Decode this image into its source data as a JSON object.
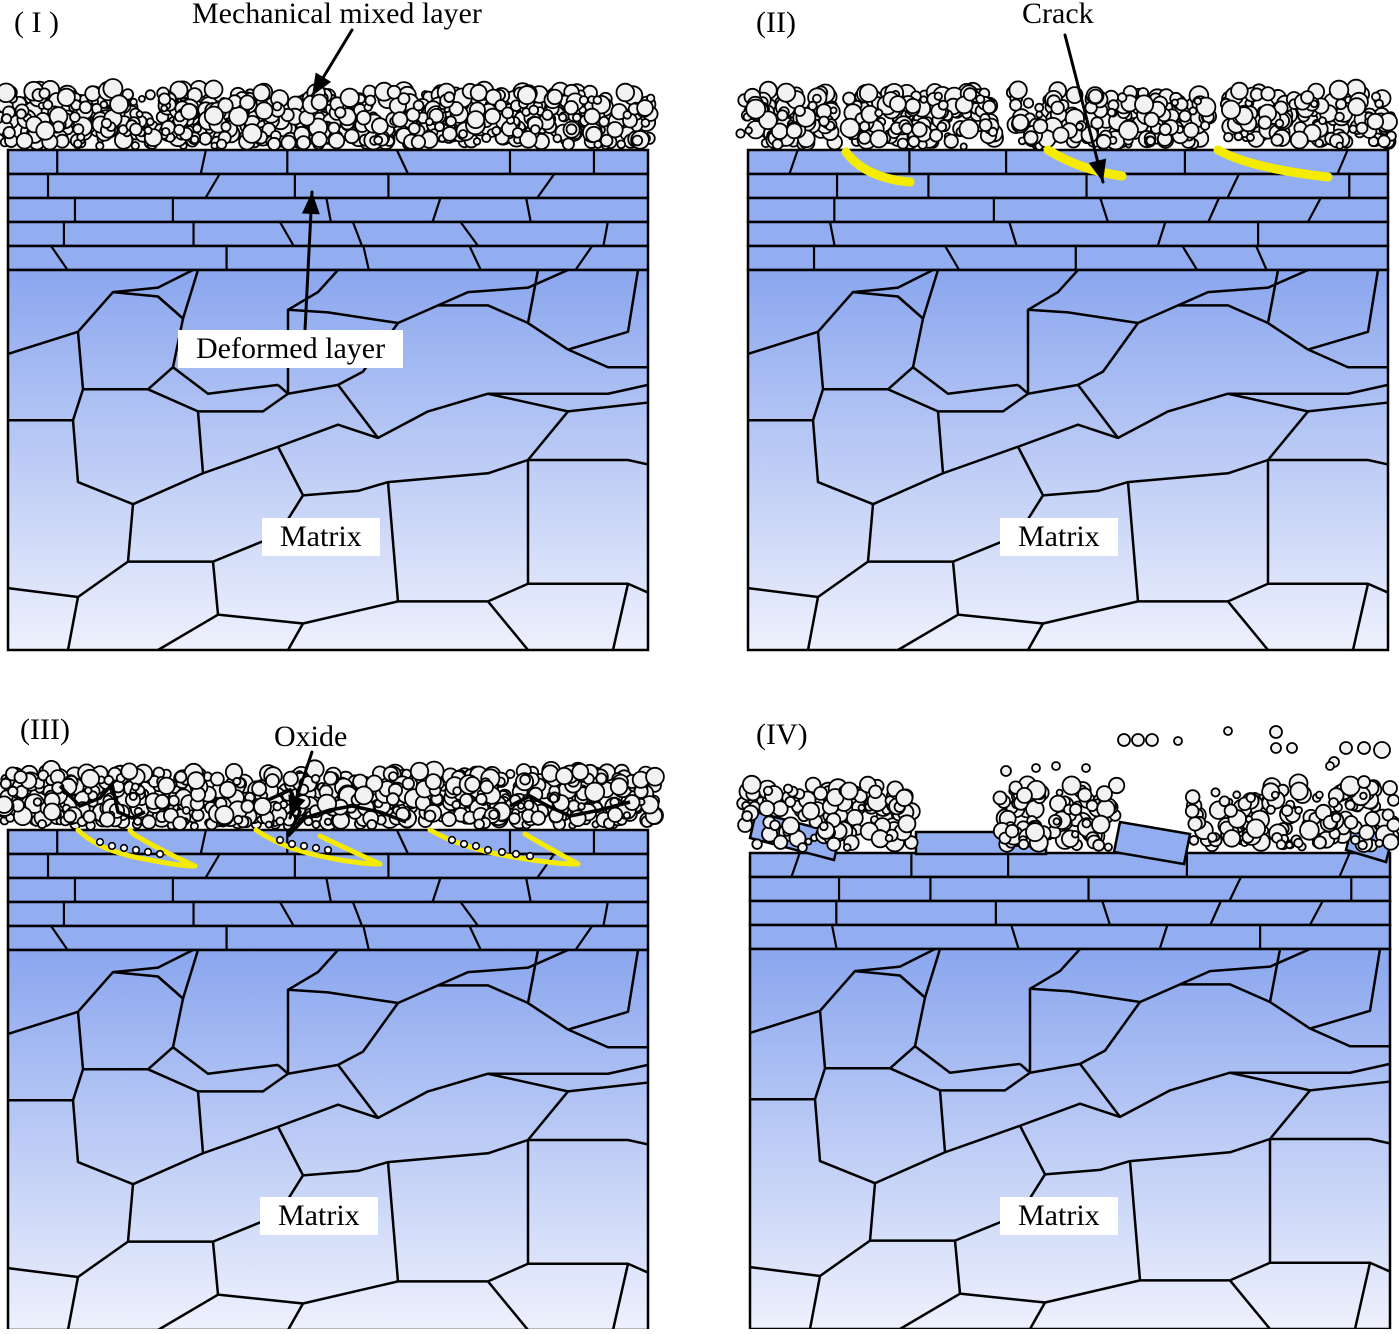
{
  "panels": [
    {
      "label": "( I )",
      "annotation": "Mechanical mixed layer",
      "deformed_label": "Deformed layer",
      "matrix_label": "Matrix"
    },
    {
      "label": "(II)",
      "annotation": "Crack",
      "matrix_label": "Matrix"
    },
    {
      "label": "(III)",
      "annotation": "Oxide",
      "matrix_label": "Matrix"
    },
    {
      "label": "(IV)",
      "matrix_label": "Matrix"
    }
  ],
  "colors": {
    "grain_top": "#8aa6ee",
    "grain_bottom": "#eef1fd",
    "layer_fill": "#93adf1",
    "outline": "#000000",
    "crack": "#f5eb00",
    "particle_fill": "#f2f2f2"
  }
}
